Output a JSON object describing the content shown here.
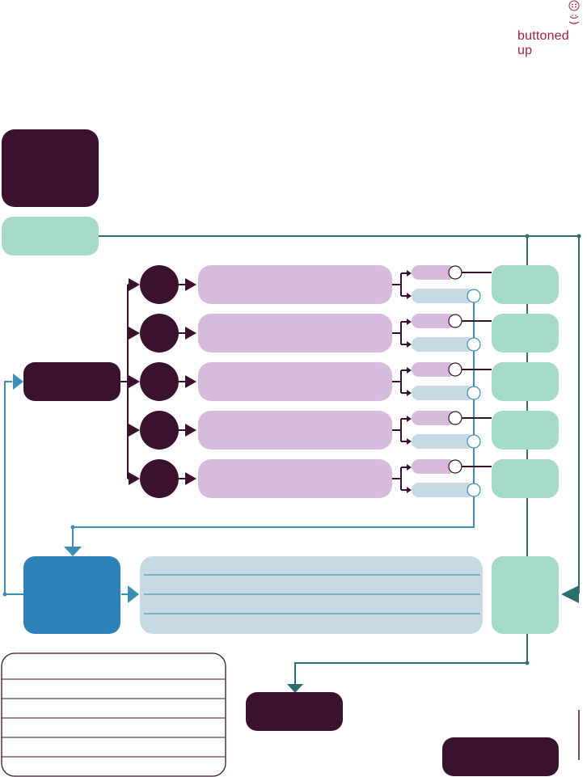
{
  "brand": {
    "name": "buttoned up",
    "logo_icon": "button-face-logo-icon"
  },
  "colors": {
    "dark_plum": "#3a1230",
    "mint": "#a5dbc7",
    "lavender": "#d6bbdc",
    "light_blue": "#c6d9e5",
    "blue": "#2f82b9",
    "teal_line": "#2d6f6f",
    "blue_line": "#3a8fb7",
    "brand_red": "#a0204a"
  },
  "diagram": {
    "branch_count": 5,
    "legend_rows": 6,
    "panel_rules": 3
  }
}
